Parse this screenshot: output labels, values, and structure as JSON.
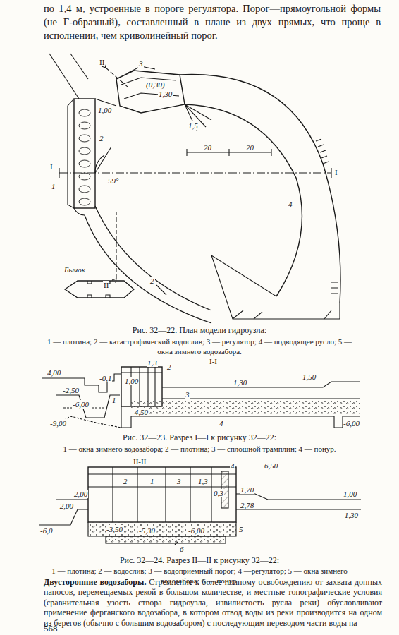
{
  "diagram": {
    "labels": [
      "по 1,4 м, устроенные в пороге регулятора. Порог—прямоугольной формы (не Г-образный), составленный в плане из двух прямых, что проще в исполнении, чем криволинейный порог.",
      "II",
      "3",
      "(0,30)",
      "1,30",
      "1,5",
      "1,00",
      "2",
      "I",
      "20",
      "20",
      "I",
      "59°",
      "1",
      "4",
      "2",
      "II",
      "Бычок",
      "Рис. 32—22. План модели гидроузла:",
      "1 — плотина; 2 — катастрофический водослив; 3 — регулятор; 4 — подводящее русло; 5 — окна зимнего водозабора.",
      "I-I",
      "4,00",
      "-0,1",
      "1,00",
      "1,3",
      "1,30",
      "1,50",
      "-2,50",
      "-6,00",
      "-4,50",
      "-9,00",
      "-6,00",
      "1",
      "2",
      "3",
      "4",
      "Рис. 32—23. Разрез I—I к рисунку 32—22:",
      "1 — окна зимнего водозабора; 2 — плотина; 3 — сплошной трамплин; 4 — понур.",
      "II-II",
      "6,50",
      "1",
      "2",
      "3",
      "1,3",
      "0,3",
      "4",
      "1,70",
      "2,78",
      "1,00",
      "-1,30",
      "2,00",
      "-2,00",
      "-6,0",
      "-3,50",
      "-5,30",
      "-6,00",
      "5",
      "6",
      "Рис. 32—24. Разрез II—II к рисунку 32—22:",
      "1 — плотина; 2 — водослив; 3 — водоприемный порог; 4 —регулятор; 5 — окна зимнего водозабора; 6 — понур.",
      "Двусторонние водозаборы.",
      "Стремление к более полному освобождению от захвата донных наносов, перемещаемых рекой в большом количестве, и местные топографические условия (сравнительная узость створа гидроузла, извилистость русла реки) обусловливают применение ферганского водозабора, в котором отвод воды из реки производится на одном из берегов (обычно с большим водозабором) с последующим переводом части воды на",
      "568"
    ]
  }
}
